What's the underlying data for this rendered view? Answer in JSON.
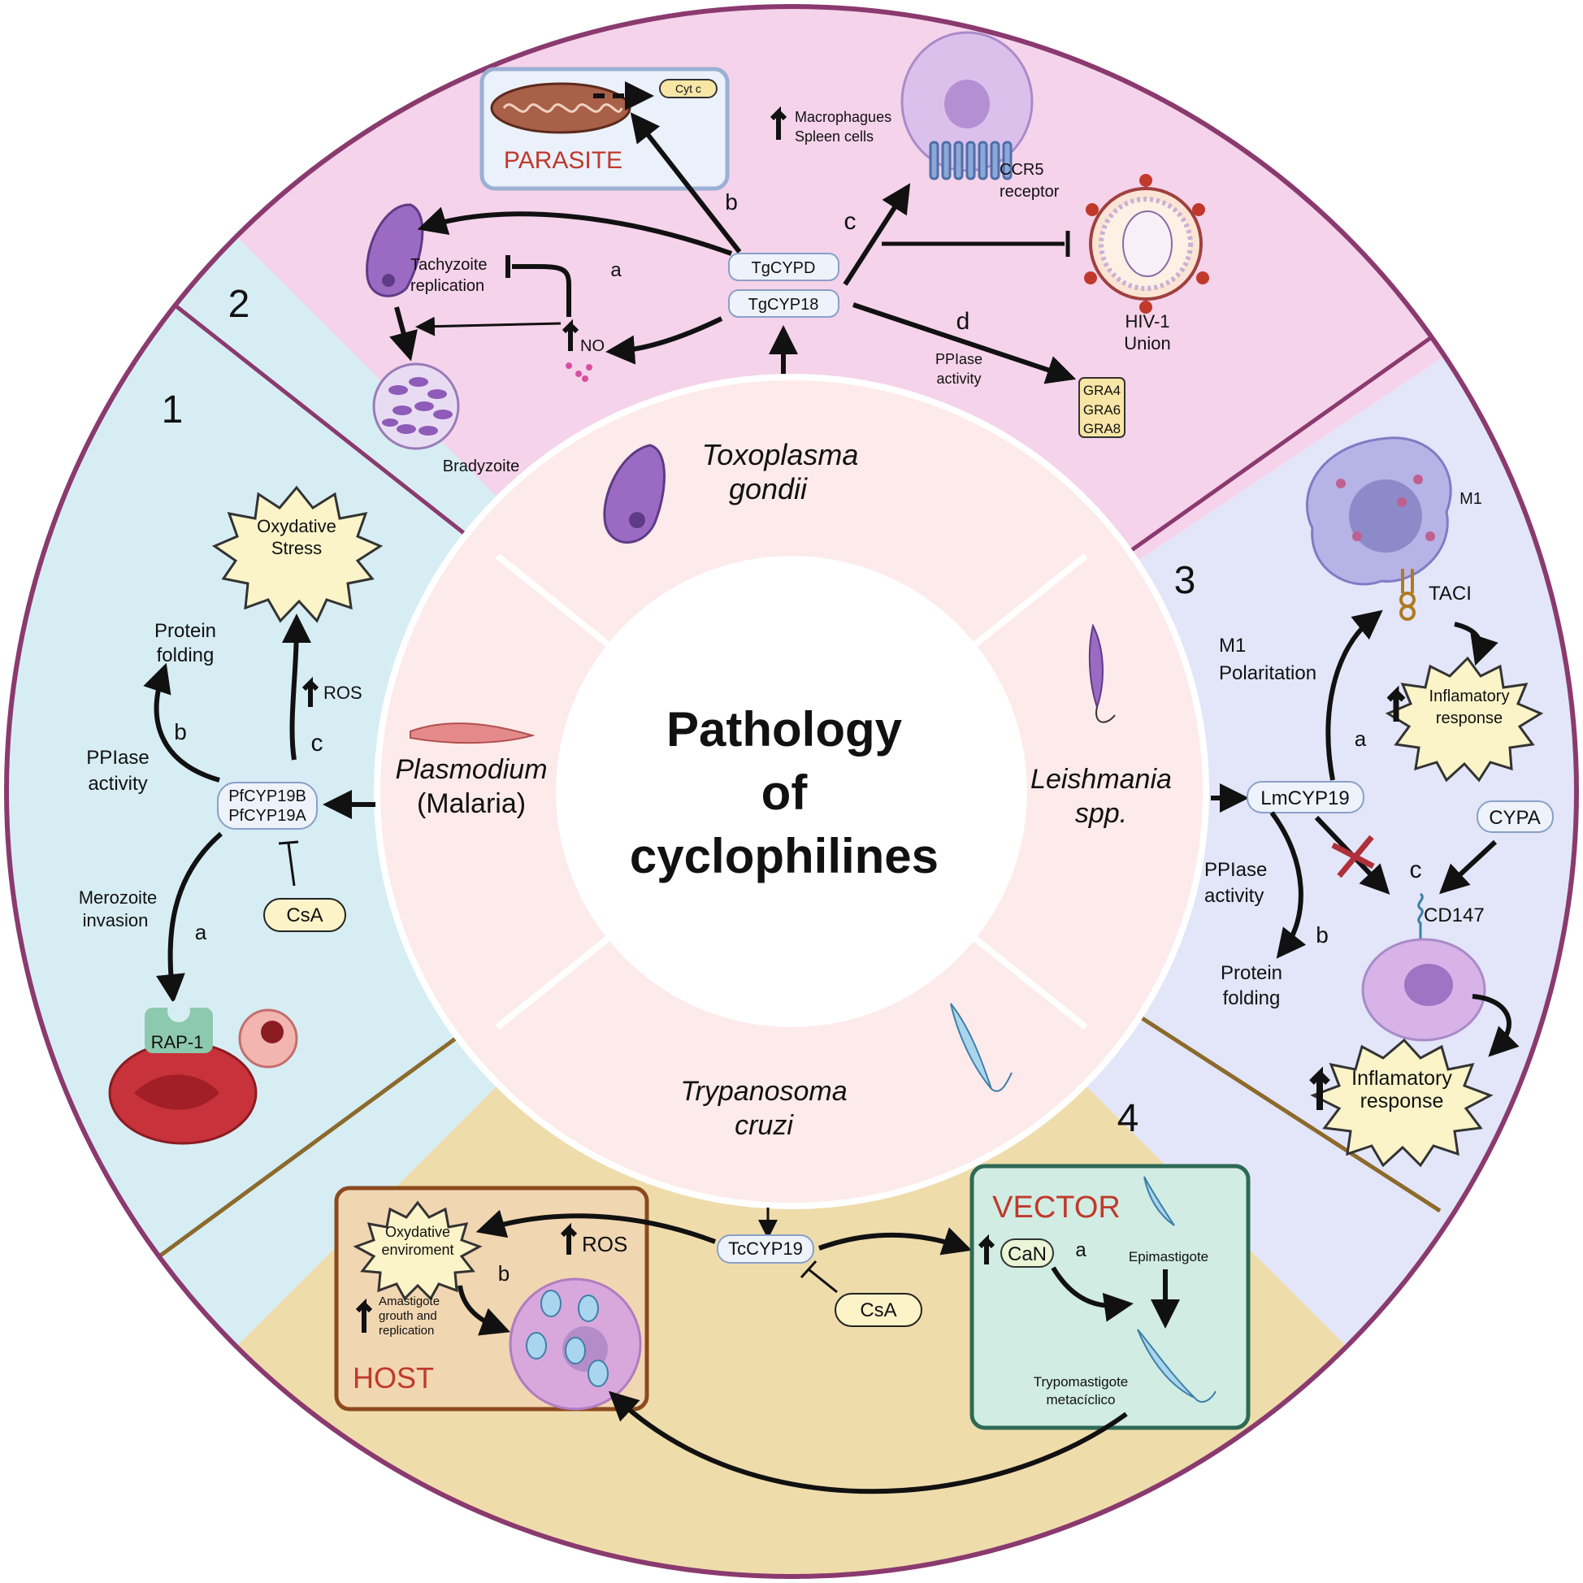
{
  "title": {
    "line1": "Pathology",
    "line2": "of",
    "line3": "cyclophilines"
  },
  "organisms": {
    "toxoplasma": {
      "line1": "Toxoplasma",
      "line2": "gondii"
    },
    "plasmodium": {
      "line1": "Plasmodium",
      "line2": "(Malaria)"
    },
    "leishmania": {
      "line1": "Leishmania",
      "line2": "spp."
    },
    "trypanosoma": {
      "line1": "Trypanosoma",
      "line2": "cruzi"
    }
  },
  "sections": {
    "s1": {
      "number": "1",
      "stress": {
        "line1": "Oxydative",
        "line2": "Stress"
      },
      "ros": "ROS",
      "protein_folding": {
        "line1": "Protein",
        "line2": "folding"
      },
      "ppiase": {
        "line1": "PPIase",
        "line2": "activity"
      },
      "letter_a": "a",
      "letter_b": "b",
      "letter_c": "c",
      "enzyme": {
        "line1": "PfCYP19B",
        "line2": "PfCYP19A"
      },
      "merozoite": {
        "line1": "Merozoite",
        "line2": "invasion"
      },
      "csa": "CsA",
      "rap": "RAP-1"
    },
    "s2": {
      "number": "2",
      "parasite": "PARASITE",
      "cytc": "Cyt c",
      "macrophages": {
        "line1": "Macrophagues",
        "line2": "Spleen cells"
      },
      "ccr5": {
        "line1": "CCR5",
        "line2": "receptor"
      },
      "hiv": {
        "line1": "HIV-1",
        "line2": "Union"
      },
      "tachyzoite": {
        "line1": "Tachyzoite",
        "line2": "replication"
      },
      "bradyzoite": "Bradyzoite",
      "no": "NO",
      "tgcypd": "TgCYPD",
      "tgcyp18": "TgCYP18",
      "ppiase": {
        "line1": "PPIase",
        "line2": "activity"
      },
      "gra": [
        "GRA4",
        "GRA6",
        "GRA8"
      ],
      "letter_a": "a",
      "letter_b": "b",
      "letter_c": "c",
      "letter_d": "d"
    },
    "s3": {
      "number": "3",
      "m1": "M1",
      "taci": "TACI",
      "polarization": {
        "line1": "M1",
        "line2": "Polaritation"
      },
      "inflam1": {
        "line1": "Inflamatory",
        "line2": "response"
      },
      "enzyme": "LmCYP19",
      "cypa": "CYPA",
      "ppiase": {
        "line1": "PPIase",
        "line2": "activity"
      },
      "protein_folding": {
        "line1": "Protein",
        "line2": "folding"
      },
      "cd147": "CD147",
      "inflam2": {
        "line1": "Inflamatory",
        "line2": "response"
      },
      "letter_a": "a",
      "letter_b": "b",
      "letter_c": "c"
    },
    "s4": {
      "number": "4",
      "host": "HOST",
      "vector": "VECTOR",
      "oxy_env": {
        "line1": "Oxydative",
        "line2": "enviroment"
      },
      "ros": "ROS",
      "amastigote": {
        "line1": "Amastigote",
        "line2": "grouth and",
        "line3": "replication"
      },
      "enzyme": "TcCYP19",
      "csa": "CsA",
      "can": "CaN",
      "epimastigote": "Epimastigote",
      "trypomastigote": {
        "line1": "Trypomastigote",
        "line2": "metacíclico"
      },
      "letter_a": "a",
      "letter_b": "b"
    }
  },
  "colors": {
    "section1": "#d7edf4",
    "section2": "#f5d3ea",
    "section3": "#e3e6f8",
    "section4": "#efdcab",
    "inner_ring": "#fdeaea",
    "label_red": "#c0392b"
  }
}
